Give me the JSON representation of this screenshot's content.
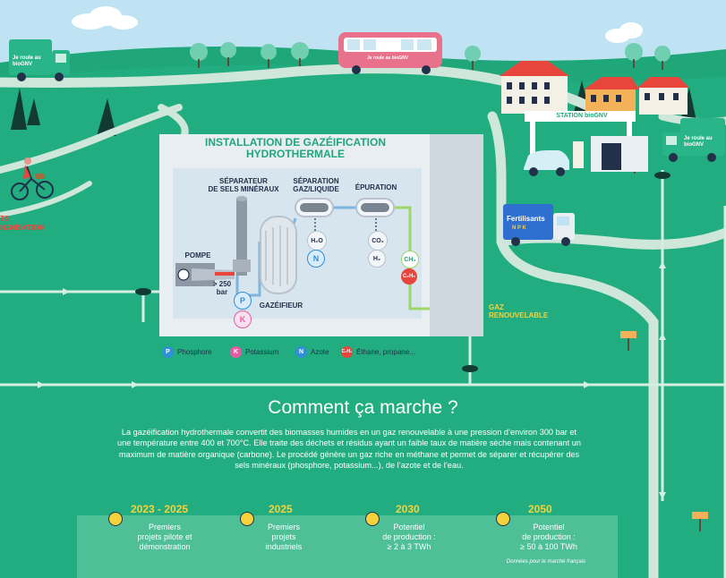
{
  "installation_title": "INSTALLATION DE GAZÉIFICATION\nHYDROTHERMALE",
  "labels": {
    "separateur": "SÉPARATEUR\nDE SELS MINÉRAUX",
    "separation": "SÉPARATION\nGAZ/LIQUIDE",
    "epuration": "ÉPURATION",
    "pompe": "POMPE",
    "pressure": "> 250\nbar",
    "gazeifieur": "GAZÉIFIEUR",
    "gaz_renouvelable": "GAZ\nRENOUVELABLE",
    "side_label_1": "TS",
    "side_label_2": "HANISATION"
  },
  "station_label": "STATION bioGNV",
  "truck_label": "Je roule au\nbioGNV",
  "bus_label": "Je roule au bioGNV",
  "fertilisants": {
    "title": "Fertilisants",
    "letters": "N  P  K"
  },
  "badges": {
    "p": "P",
    "k": "K",
    "h2o": "H₂O",
    "n": "N",
    "co2": "CO₂",
    "h2": "H₂",
    "ch4": "CH₄",
    "c2h6": "C₂H₆"
  },
  "legend": [
    {
      "symbol": "P",
      "label": "Phosphore",
      "color": "#2f8fd8"
    },
    {
      "symbol": "K",
      "label": "Potassium",
      "color": "#e85aa5"
    },
    {
      "symbol": "N",
      "label": "Azote",
      "color": "#2f8fd8"
    },
    {
      "symbol": "C₂H₆",
      "label": "Éthane, propane...",
      "color": "#e8453c"
    }
  ],
  "headline": "Comment ça marche ?",
  "description": "La gazéification hydrothermale convertit des biomasses humides en un gaz renouvelable à une pression d’environ 300 bar et une température entre 400 et 700°C. Elle traite des déchets et résidus ayant un faible taux de matière sèche mais contenant un maximum de matière organique (carbone). Le procédé génère un gaz riche en méthane et permet de séparer et récupérer des sels minéraux (phosphore, potassium...), de l’azote et de l’eau.",
  "timeline": [
    {
      "year": "2023 - 2025",
      "text": "Premiers\nprojets pilote et\ndémonstration"
    },
    {
      "year": "2025",
      "text": "Premiers\nprojets\nindustriels"
    },
    {
      "year": "2030",
      "text": "Potentiel\nde production :\n≥ 2 à 3 TWh"
    },
    {
      "year": "2050",
      "text": "Potentiel\nde production :\n≥ 50 à 100 TWh"
    }
  ],
  "note": "Données pour le marché français",
  "colors": {
    "background": "#1fa77a",
    "sky": "#bfe3f2",
    "accent": "#f6d23b",
    "panel": "#e9eef3",
    "dark": "#22304a"
  }
}
